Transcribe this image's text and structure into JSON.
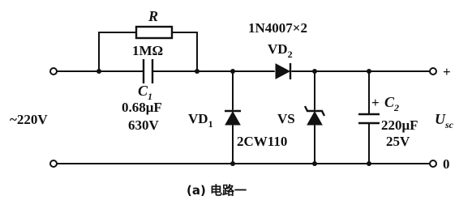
{
  "resistor": {
    "symbol": "R",
    "value": "1MΩ"
  },
  "capacitor1": {
    "symbol": "C",
    "subscript": "1",
    "capacitance": "0.68μF",
    "voltage": "630V"
  },
  "diode_pair": {
    "part": "1N4007×2"
  },
  "diode_vd2": {
    "symbol": "VD",
    "subscript": "2"
  },
  "diode_vd1": {
    "symbol": "VD",
    "subscript": "1"
  },
  "zener": {
    "symbol": "VS",
    "part": "2CW110"
  },
  "capacitor2": {
    "symbol": "C",
    "subscript": "2",
    "capacitance": "220μF",
    "voltage": "25V",
    "polarity": "+"
  },
  "input": {
    "label": "~220V"
  },
  "output": {
    "symbol": "U",
    "subscript": "sc",
    "positive": "+",
    "zero": "0"
  },
  "caption": "(a) 电路一"
}
